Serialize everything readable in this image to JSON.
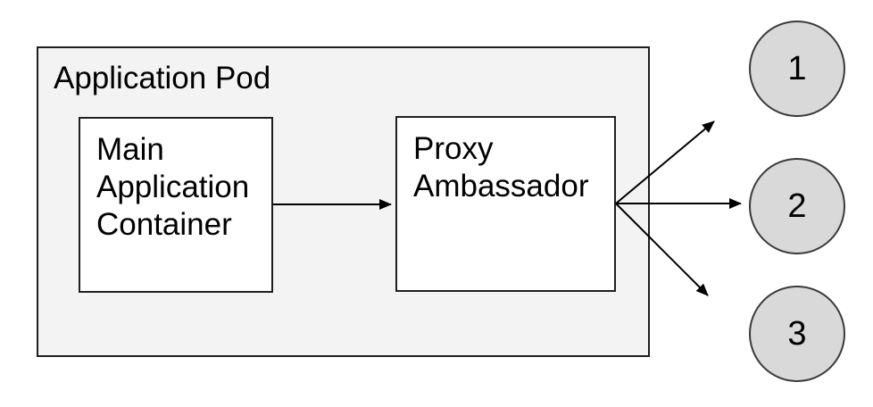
{
  "diagram": {
    "pod": {
      "label": "Application Pod"
    },
    "nodes": {
      "main_container": {
        "label": "Main Application Container"
      },
      "proxy_ambassador": {
        "label": "Proxy Ambassador"
      }
    },
    "endpoints": [
      {
        "label": "1"
      },
      {
        "label": "2"
      },
      {
        "label": "3"
      }
    ],
    "colors": {
      "pod_fill": "#f3f3f3",
      "node_fill": "#ffffff",
      "endpoint_fill": "#d9d9d9",
      "border": "#1f1f1f",
      "endpoint_border": "#3a3a3a",
      "arrow": "#000000",
      "text": "#000000"
    }
  }
}
